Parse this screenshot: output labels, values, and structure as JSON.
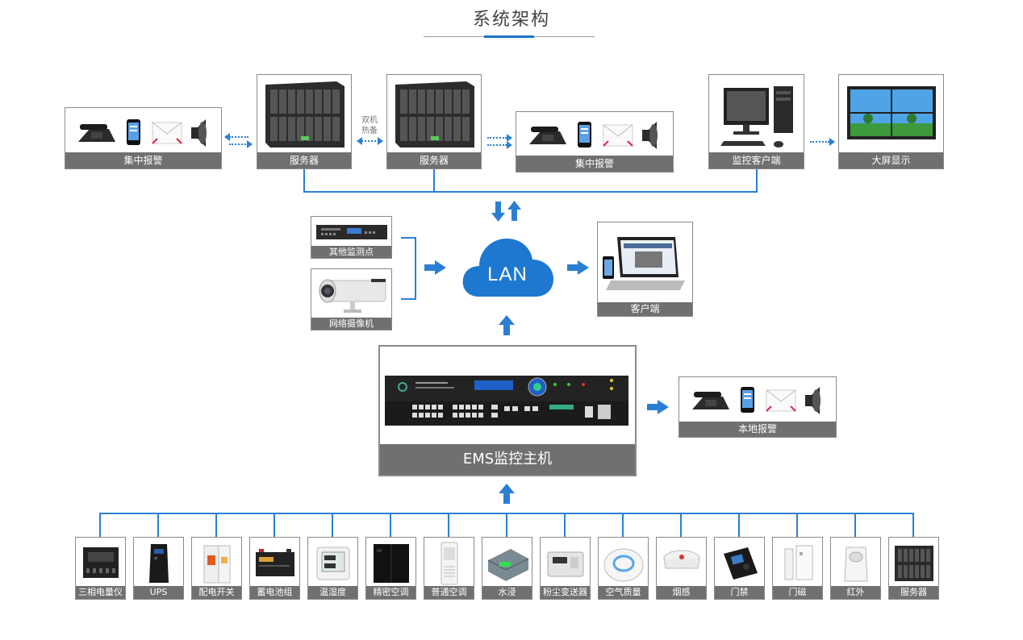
{
  "title": "系统架构",
  "top": {
    "alarm_left": "集中报警",
    "server1": "服务器",
    "server2": "服务器",
    "hot_standby": [
      "双机",
      "热备"
    ],
    "alarm_right": "集中报警",
    "monitor_client": "监控客户端",
    "big_screen": "大屏显示"
  },
  "middle": {
    "other_points": "其他监测点",
    "camera": "网络摄像机",
    "lan": "LAN",
    "client": "客户端"
  },
  "host": {
    "label": "EMS监控主机",
    "local_alarm": "本地报警"
  },
  "devices": [
    "三相电量仪",
    "UPS",
    "配电开关",
    "蓄电池组",
    "温湿度",
    "精密空调",
    "普通空调",
    "水浸",
    "粉尘变送器",
    "空气质量",
    "烟感",
    "门禁",
    "门磁",
    "红外",
    "服务器"
  ],
  "colors": {
    "accent": "#2a7fd4",
    "caption": "#707070",
    "cloud": "#1e78cf"
  }
}
